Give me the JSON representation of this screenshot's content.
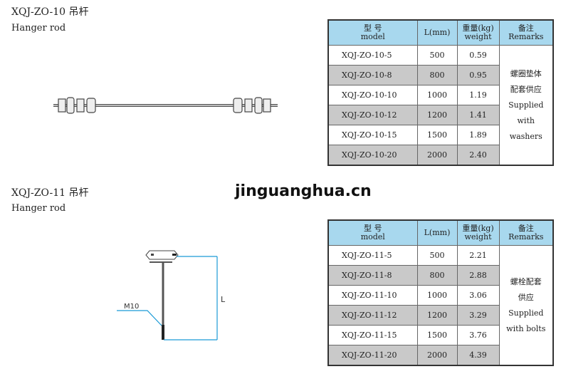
{
  "watermark": "jinguanghua.cn",
  "sections": [
    {
      "title": "XQJ-ZO-10 吊杆",
      "subtitle": "Hanger rod",
      "headers": [
        {
          "cn": "型 号",
          "en": "model"
        },
        {
          "cn": "L(mm)",
          "en": ""
        },
        {
          "cn": "重量(kg)",
          "en": "weight"
        },
        {
          "cn": "备注",
          "en": "Remarks"
        }
      ],
      "rows": [
        [
          "XQJ-ZO-10-5",
          "500",
          "0.59"
        ],
        [
          "XQJ-ZO-10-8",
          "800",
          "0.95"
        ],
        [
          "XQJ-ZO-10-10",
          "1000",
          "1.19"
        ],
        [
          "XQJ-ZO-10-12",
          "1200",
          "1.41"
        ],
        [
          "XQJ-ZO-10-15",
          "1500",
          "1.89"
        ],
        [
          "XQJ-ZO-10-20",
          "2000",
          "2.40"
        ]
      ],
      "remarks": [
        "螺圈垫体",
        "配套供应",
        "Supplied",
        "with",
        "washers"
      ]
    },
    {
      "title": "XQJ-ZO-11 吊杆",
      "subtitle": "Hanger rod",
      "headers": [
        {
          "cn": "型 号",
          "en": "model"
        },
        {
          "cn": "L(mm)",
          "en": ""
        },
        {
          "cn": "重量(kg)",
          "en": "weight"
        },
        {
          "cn": "备注",
          "en": "Remarks"
        }
      ],
      "rows": [
        [
          "XQJ-ZO-11-5",
          "500",
          "2.21"
        ],
        [
          "XQJ-ZO-11-8",
          "800",
          "2.88"
        ],
        [
          "XQJ-ZO-11-10",
          "1000",
          "3.06"
        ],
        [
          "XQJ-ZO-11-12",
          "1200",
          "3.29"
        ],
        [
          "XQJ-ZO-11-15",
          "1500",
          "3.76"
        ],
        [
          "XQJ-ZO-11-20",
          "2000",
          "4.39"
        ]
      ],
      "remarks": [
        "螺栓配套",
        "供应",
        "Supplied",
        "with bolts"
      ],
      "drawing": {
        "thread_label": "M10",
        "length_label": "L"
      }
    }
  ]
}
